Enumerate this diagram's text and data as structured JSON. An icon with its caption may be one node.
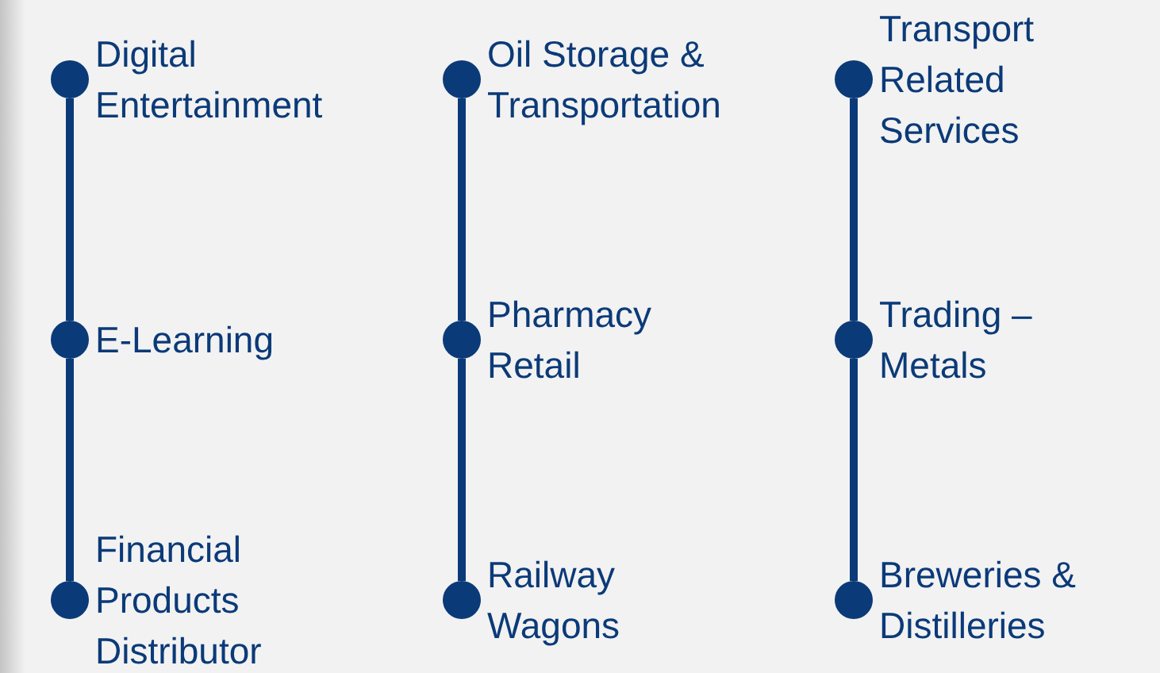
{
  "diagram": {
    "nodes": [
      {
        "text": [],
        "shape": "circle",
        "beside": [
          "Digital Entertainment"
        ]
      },
      {
        "text": [],
        "shape": "circle",
        "beside": [
          "E-Learning"
        ]
      },
      {
        "text": [],
        "shape": "circle",
        "beside": [
          "Financial Products Distributor"
        ]
      },
      {
        "text": [],
        "shape": "circle",
        "beside": [
          "Oil Storage & Transportation"
        ]
      },
      {
        "text": [],
        "shape": "circle",
        "beside": [
          "Pharmacy Retail"
        ]
      },
      {
        "text": [],
        "shape": "circle",
        "beside": [
          "Railway Wagons"
        ]
      },
      {
        "text": [],
        "shape": "circle",
        "beside": [
          "Transport Related Services"
        ]
      },
      {
        "text": [],
        "shape": "circle",
        "beside": [
          "Trading – Metals"
        ]
      },
      {
        "text": [],
        "shape": "circle",
        "beside": [
          "Breweries & Distilleries"
        ]
      }
    ],
    "edges": [
      {
        "from": 0,
        "to": 1,
        "arrow": "none"
      },
      {
        "from": 1,
        "to": 2,
        "arrow": "none"
      },
      {
        "from": 3,
        "to": 4,
        "arrow": "none"
      },
      {
        "from": 4,
        "to": 5,
        "arrow": "none"
      },
      {
        "from": 6,
        "to": 7,
        "arrow": "none"
      },
      {
        "from": 7,
        "to": 8,
        "arrow": "none"
      }
    ]
  }
}
